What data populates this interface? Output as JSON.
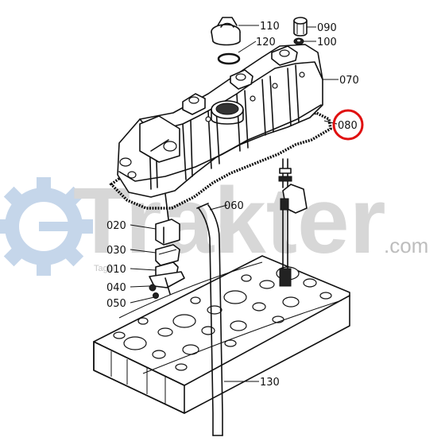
{
  "watermark": {
    "letters": "Trakter",
    "domain": ".com",
    "tagline": "Tagal"
  },
  "colors": {
    "highlight": "#e01010",
    "watermark_gear": "#c5d6ea",
    "watermark_text": "#d7d7d7",
    "ink": "#111111"
  },
  "highlighted_part": "080",
  "callouts": [
    {
      "id": "010",
      "label": "010"
    },
    {
      "id": "020",
      "label": "020"
    },
    {
      "id": "030",
      "label": "030"
    },
    {
      "id": "040",
      "label": "040"
    },
    {
      "id": "050",
      "label": "050"
    },
    {
      "id": "060",
      "label": "060"
    },
    {
      "id": "070",
      "label": "070"
    },
    {
      "id": "080",
      "label": "080"
    },
    {
      "id": "090",
      "label": "090"
    },
    {
      "id": "100",
      "label": "100"
    },
    {
      "id": "110",
      "label": "110"
    },
    {
      "id": "120",
      "label": "120"
    },
    {
      "id": "130",
      "label": "130"
    }
  ]
}
